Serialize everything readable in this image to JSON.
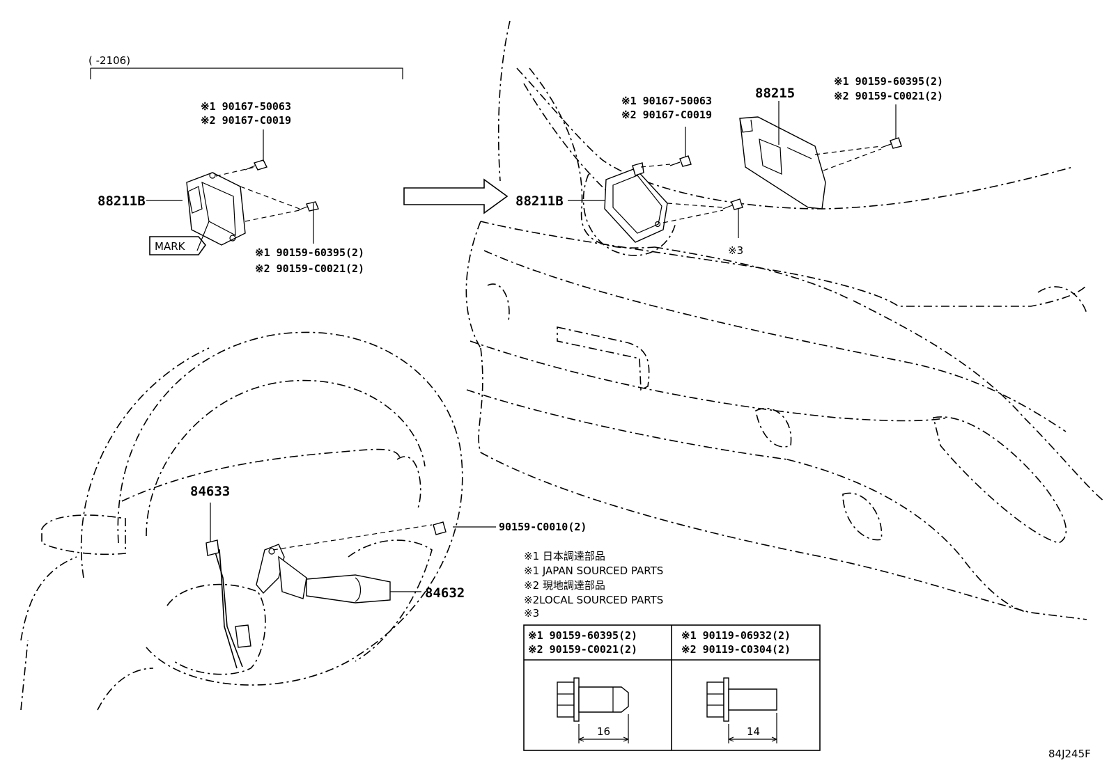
{
  "diagram": {
    "bracket_label": "(      -2106)",
    "drawing_code": "84J245F",
    "parts": {
      "sensor_left": "88211B",
      "sensor_right": "88211B",
      "bracket": "88215",
      "wire_harness": "84633",
      "switch": "84632"
    },
    "mark_label": "MARK",
    "fasteners": {
      "left_top_1": "※1 90167-50063",
      "left_top_2": "※2 90167-C0019",
      "left_bottom_1": "※1 90159-60395(2)",
      "left_bottom_2": "※2 90159-C0021(2)",
      "right_mid_1": "※1 90167-50063",
      "right_mid_2": "※2 90167-C0019",
      "right_top_1": "※1 90159-60395(2)",
      "right_top_2": "※2 90159-C0021(2)",
      "note3_label": "※3",
      "steering_screw": "90159-C0010(2)"
    },
    "legend": {
      "line1": "※1 日本調達部品",
      "line2": "※1 JAPAN SOURCED PARTS",
      "line3": "※2 現地調達部品",
      "line4": "※2LOCAL SOURCED PARTS",
      "line5": "※3"
    },
    "table": {
      "col1_line1": "※1 90159-60395(2)",
      "col1_line2": "※2 90159-C0021(2)",
      "col2_line1": "※1 90119-06932(2)",
      "col2_line2": "※2 90119-C0304(2)",
      "dim1": "16",
      "dim2": "14"
    }
  }
}
